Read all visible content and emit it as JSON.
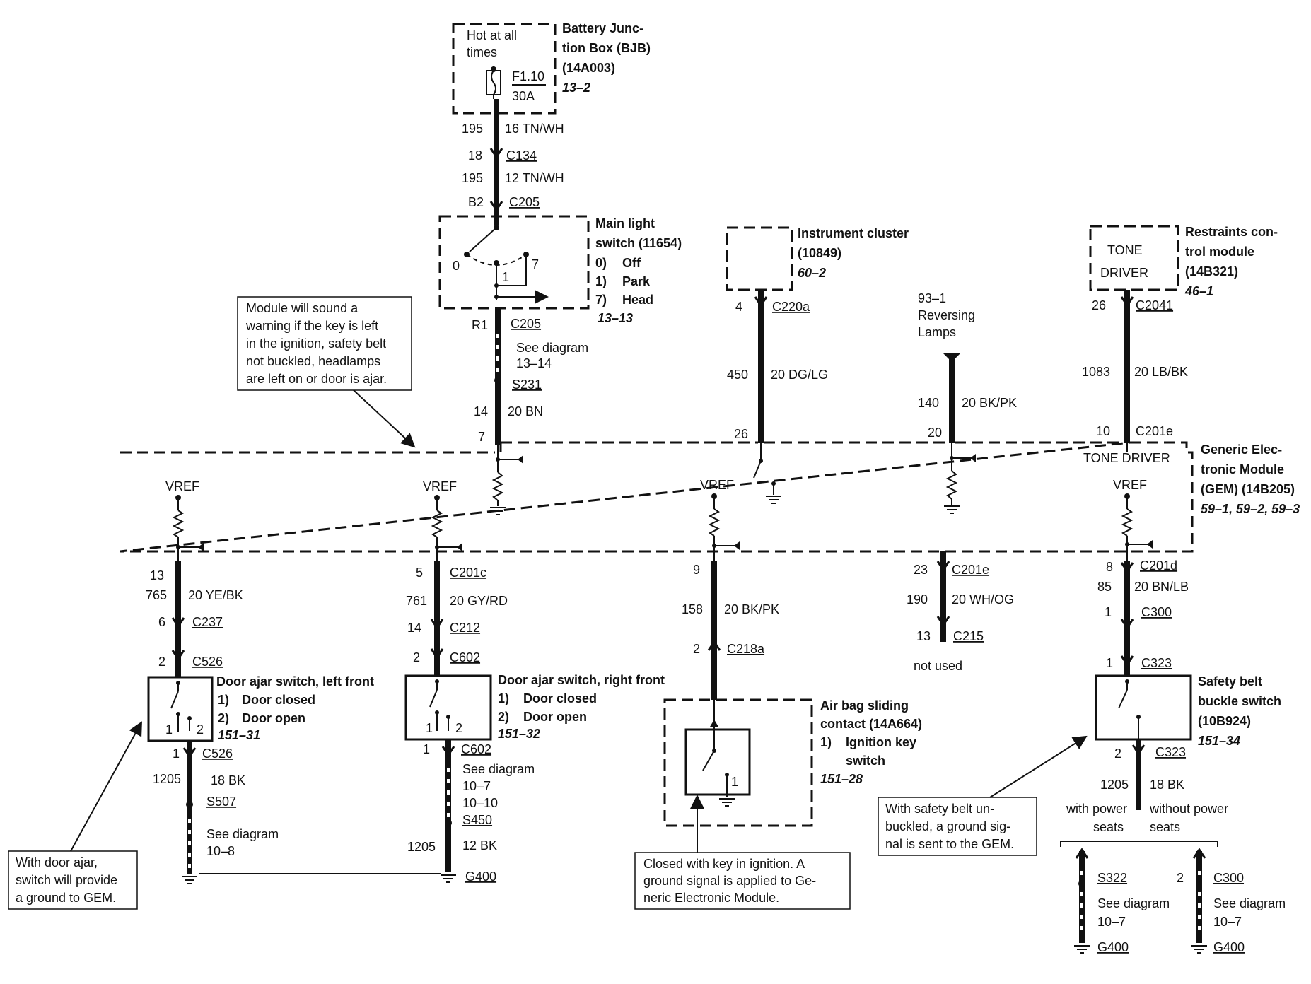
{
  "bjb": {
    "title": [
      "Battery Junc-",
      "tion Box (BJB)",
      "(14A003)"
    ],
    "ref": "13–2",
    "hot": [
      "Hot at all",
      "times"
    ],
    "fuse": "F1.10",
    "amps": "30A"
  },
  "w_top": {
    "c1": "195",
    "w1": "16 TN/WH",
    "c2": "18",
    "conn1": "C134",
    "c3": "195",
    "w2": "12 TN/WH",
    "c4": "B2",
    "conn2": "C205"
  },
  "mls": {
    "title": [
      "Main light",
      "switch (11654)"
    ],
    "pos": [
      {
        "n": "0)",
        "t": "Off"
      },
      {
        "n": "1)",
        "t": "Park"
      },
      {
        "n": "7)",
        "t": "Head"
      }
    ],
    "ref": "13–13",
    "p0": "0",
    "p1": "1",
    "p7": "7"
  },
  "w_mls": {
    "c1": "R1",
    "conn1": "C205",
    "see": [
      "See diagram",
      "13–14"
    ],
    "splice": "S231",
    "c2": "14",
    "w": "20 BN",
    "c3": "7"
  },
  "ic": {
    "title": [
      "Instrument cluster",
      "(10849)"
    ],
    "ref": "60–2",
    "c1": "4",
    "conn1": "C220a",
    "c2": "450",
    "w": "20 DG/LG",
    "c3": "26"
  },
  "rev": {
    "title": [
      "93–1",
      "Reversing",
      "Lamps"
    ],
    "c1": "140",
    "w": "20 BK/PK",
    "c2": "20"
  },
  "rcm": {
    "inner": [
      "TONE",
      "DRIVER"
    ],
    "title": [
      "Restraints con-",
      "trol module",
      "(14B321)"
    ],
    "ref": "46–1",
    "c1": "26",
    "conn1": "C2041",
    "c2": "1083",
    "w": "20 LB/BK",
    "c3": "10",
    "conn2": "C201e"
  },
  "gem": {
    "title": [
      "Generic Elec-",
      "tronic Module",
      "(GEM) (14B205)"
    ],
    "ref": "59–1, 59–2, 59–3",
    "tone": "TONE DRIVER",
    "vref": "VREF"
  },
  "warning_note": [
    "Module will sound a",
    "warning if the key is left",
    "in the ignition, safety belt",
    "not buckled, headlamps",
    "are left on or door is ajar."
  ],
  "dlf": {
    "c1": "13",
    "c2": "765",
    "w": "20 YE/BK",
    "c3": "6",
    "conn1": "C237",
    "c4": "2",
    "conn2": "C526",
    "title": "Door ajar switch, left front",
    "pos": [
      {
        "n": "1)",
        "t": "Door closed"
      },
      {
        "n": "2)",
        "t": "Door open"
      }
    ],
    "ref": "151–31",
    "p1": "1",
    "p2": "2",
    "c5": "1",
    "conn3": "C526",
    "c6": "1205",
    "w2": "18 BK",
    "splice": "S507",
    "see": [
      "See diagram",
      "10–8"
    ]
  },
  "drf": {
    "c1": "5",
    "conn1": "C201c",
    "c2": "761",
    "w": "20 GY/RD",
    "c3": "14",
    "conn2": "C212",
    "c4": "2",
    "conn3": "C602",
    "title": "Door ajar switch, right front",
    "pos": [
      {
        "n": "1)",
        "t": "Door closed"
      },
      {
        "n": "2)",
        "t": "Door open"
      }
    ],
    "ref": "151–32",
    "p1": "1",
    "p2": "2",
    "c5": "1",
    "conn4": "C602",
    "see": [
      "See diagram",
      "10–7",
      "10–10"
    ],
    "splice": "S450",
    "c6": "1205",
    "w2": "12 BK",
    "ground": "G400"
  },
  "door_note": [
    "With door ajar,",
    "switch will provide",
    "a ground to GEM."
  ],
  "abs": {
    "c1": "9",
    "c2": "158",
    "w": "20 BK/PK",
    "c3": "2",
    "conn1": "C218a",
    "title": [
      "Air bag sliding",
      "contact (14A664)"
    ],
    "pos": [
      {
        "n": "1)",
        "t": "Ignition key"
      }
    ],
    "pos_cont": "switch",
    "ref": "151–28",
    "p1": "1"
  },
  "ign_note": [
    "Closed with key in ignition. A",
    "ground signal is applied to Ge-",
    "neric Electronic Module."
  ],
  "nu": {
    "c1": "23",
    "conn1": "C201e",
    "c2": "190",
    "w": "20 WH/OG",
    "c3": "13",
    "conn2": "C215",
    "label": "not used"
  },
  "sbb": {
    "c1": "8",
    "conn1": "C201d",
    "c2": "85",
    "w": "20 BN/LB",
    "c3": "1",
    "conn2": "C300",
    "c4": "1",
    "conn3": "C323",
    "title": [
      "Safety belt",
      "buckle switch",
      "(10B924)"
    ],
    "ref": "151–34",
    "c5": "2",
    "conn4": "C323",
    "c6": "1205",
    "w2": "18 BK",
    "with": [
      "with power",
      "seats"
    ],
    "without": [
      "without power",
      "seats"
    ],
    "splice": "S322",
    "see1": [
      "See diagram",
      "10–7"
    ],
    "g1": "G400",
    "c7": "2",
    "conn5": "C300",
    "see2": [
      "See diagram",
      "10–7"
    ],
    "g2": "G400"
  },
  "belt_note": [
    "With safety belt un-",
    "buckled, a ground sig-",
    "nal is sent to the GEM."
  ]
}
